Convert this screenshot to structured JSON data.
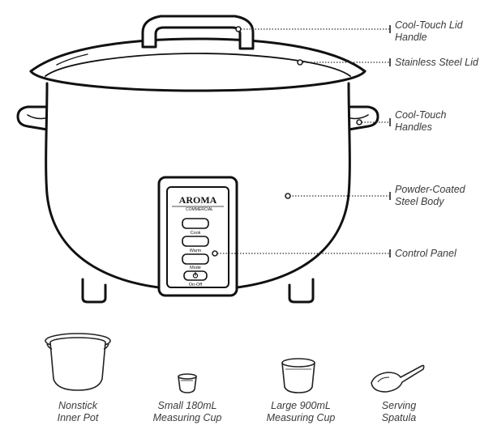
{
  "callouts": [
    {
      "line1": "Cool-Touch Lid",
      "line2": "Handle"
    },
    {
      "line1": "Stainless Steel Lid",
      "line2": ""
    },
    {
      "line1": "Cool-Touch",
      "line2": "Handles"
    },
    {
      "line1": "Powder-Coated",
      "line2": "Steel Body"
    },
    {
      "line1": "Control Panel",
      "line2": ""
    }
  ],
  "panel": {
    "brand": "AROMA",
    "sub": "COMMERCIAL",
    "cook": "Cook",
    "warm": "Warm",
    "mode": "Mode",
    "onoff": "On-Off"
  },
  "accessories": [
    {
      "line1": "Nonstick",
      "line2": "Inner Pot"
    },
    {
      "line1": "Small 180mL",
      "line2": "Measuring Cup"
    },
    {
      "line1": "Large 900mL",
      "line2": "Measuring Cup"
    },
    {
      "line1": "Serving",
      "line2": "Spatula"
    }
  ],
  "colors": {
    "stroke": "#111111",
    "leader": "#333333"
  }
}
